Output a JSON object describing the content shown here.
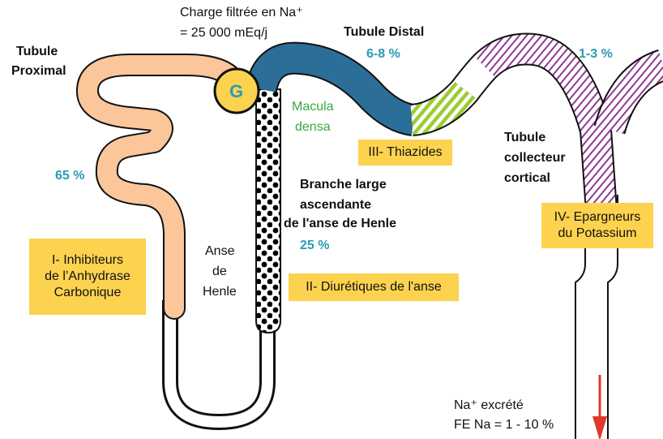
{
  "charge": {
    "line1": "Charge filtrée en Na⁺",
    "line2": "= 25 000 mEq/j"
  },
  "glomerule": {
    "label": "G"
  },
  "tubule_proximal": {
    "line1": "Tubule",
    "line2": "Proximal",
    "percent": "65 %"
  },
  "tubule_distal": {
    "title": "Tubule Distal",
    "percent": "6-8 %"
  },
  "collecteur": {
    "percent": "1-3 %",
    "line1": "Tubule",
    "line2": "collecteur",
    "line3": "cortical"
  },
  "macula_densa": {
    "line1": "Macula",
    "line2": "densa"
  },
  "branche_large": {
    "line1": "Branche large",
    "line2": "ascendante",
    "line3": "de l'anse de Henle",
    "percent": "25 %"
  },
  "anse_henle": {
    "line1": "Anse",
    "line2": "de",
    "line3": "Henle"
  },
  "diuretics": {
    "inhibiteurs": {
      "line1": "I- Inhibiteurs",
      "line2": "de l’Anhydrase",
      "line3": "Carbonique"
    },
    "anse": {
      "label": "II- Diurétiques de l'anse"
    },
    "thiazides": {
      "label": "III- Thiazides"
    },
    "epargneurs": {
      "line1": "IV- Epargneurs",
      "line2": "du Potassium"
    }
  },
  "excretion": {
    "line1": "Na⁺ excrété",
    "line2": "FE Na = 1 - 10 %"
  },
  "colors": {
    "proximal": "#fbc69a",
    "glomerulus": "#fdd24f",
    "distal": "#2b6e97",
    "thiazide_stripe": "#9acd32",
    "collecteur_stripe": "#8e3a93",
    "percent": "#2a9bb3",
    "macula": "#3aa845",
    "box": "#fdd24f",
    "arrow": "#e03a2a"
  }
}
